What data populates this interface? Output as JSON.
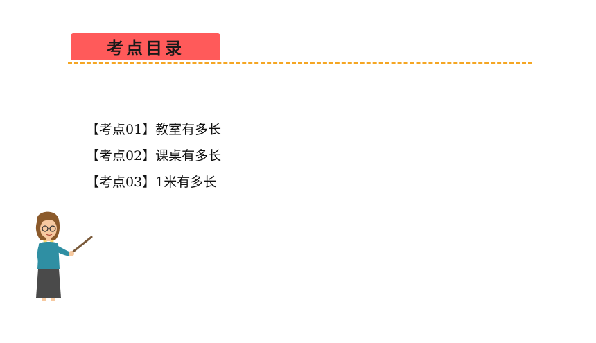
{
  "slide": {
    "title": "考点目录",
    "topics": [
      "【考点01】教室有多长",
      "【考点02】课桌有多长",
      "【考点03】1米有多长"
    ]
  },
  "colors": {
    "banner": "#ff5a5a",
    "dashed_line": "#f5a623"
  },
  "icons": {
    "illustration": "teacher-with-pointer-icon"
  }
}
